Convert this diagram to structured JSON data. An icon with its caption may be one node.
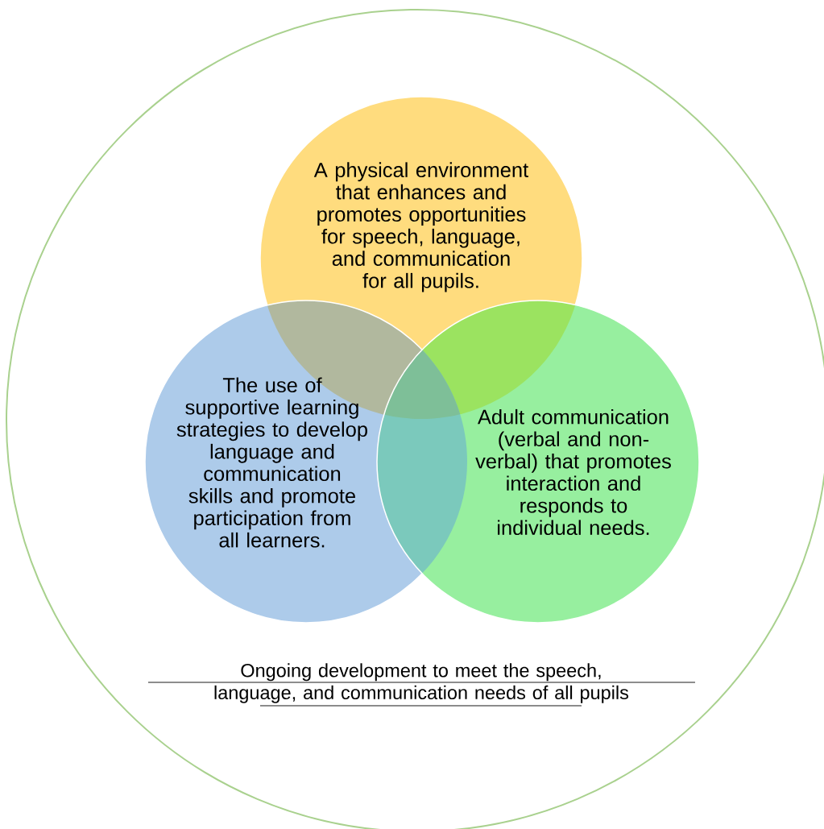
{
  "diagram": {
    "nodes": [
      {
        "text": [
          "Ongoing development to meet the speech, language, and communication needs of all pupils"
        ]
      },
      {
        "text": [
          "A physical environment that enhances and promotes opportunities for speech, language, and communication for all pupils."
        ],
        "in": 0
      },
      {
        "text": [
          "The use of supportive learning strategies to develop language and communication skills and promote participation from all learners."
        ],
        "in": 0
      },
      {
        "text": [
          "Adult communication (verbal and non-verbal) that promotes interaction and responds to individual needs."
        ],
        "in": 0
      }
    ]
  }
}
